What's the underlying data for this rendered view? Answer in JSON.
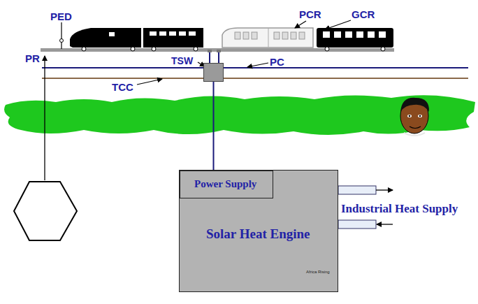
{
  "diagram": {
    "nodes": [
      {
        "text": [
          "TSW"
        ]
      },
      {
        "text": [
          "Solar Heat Engine"
        ]
      },
      {
        "text": [
          "Power Supply"
        ],
        "in": 1
      }
    ],
    "edges": [
      {
        "from": 0,
        "to": 2,
        "arrow": "none"
      }
    ],
    "labels": [
      "PED",
      "PCR",
      "GCR",
      "PR",
      "PC",
      "TCC",
      "Industrial Heat Supply",
      "Africa Rising"
    ]
  }
}
